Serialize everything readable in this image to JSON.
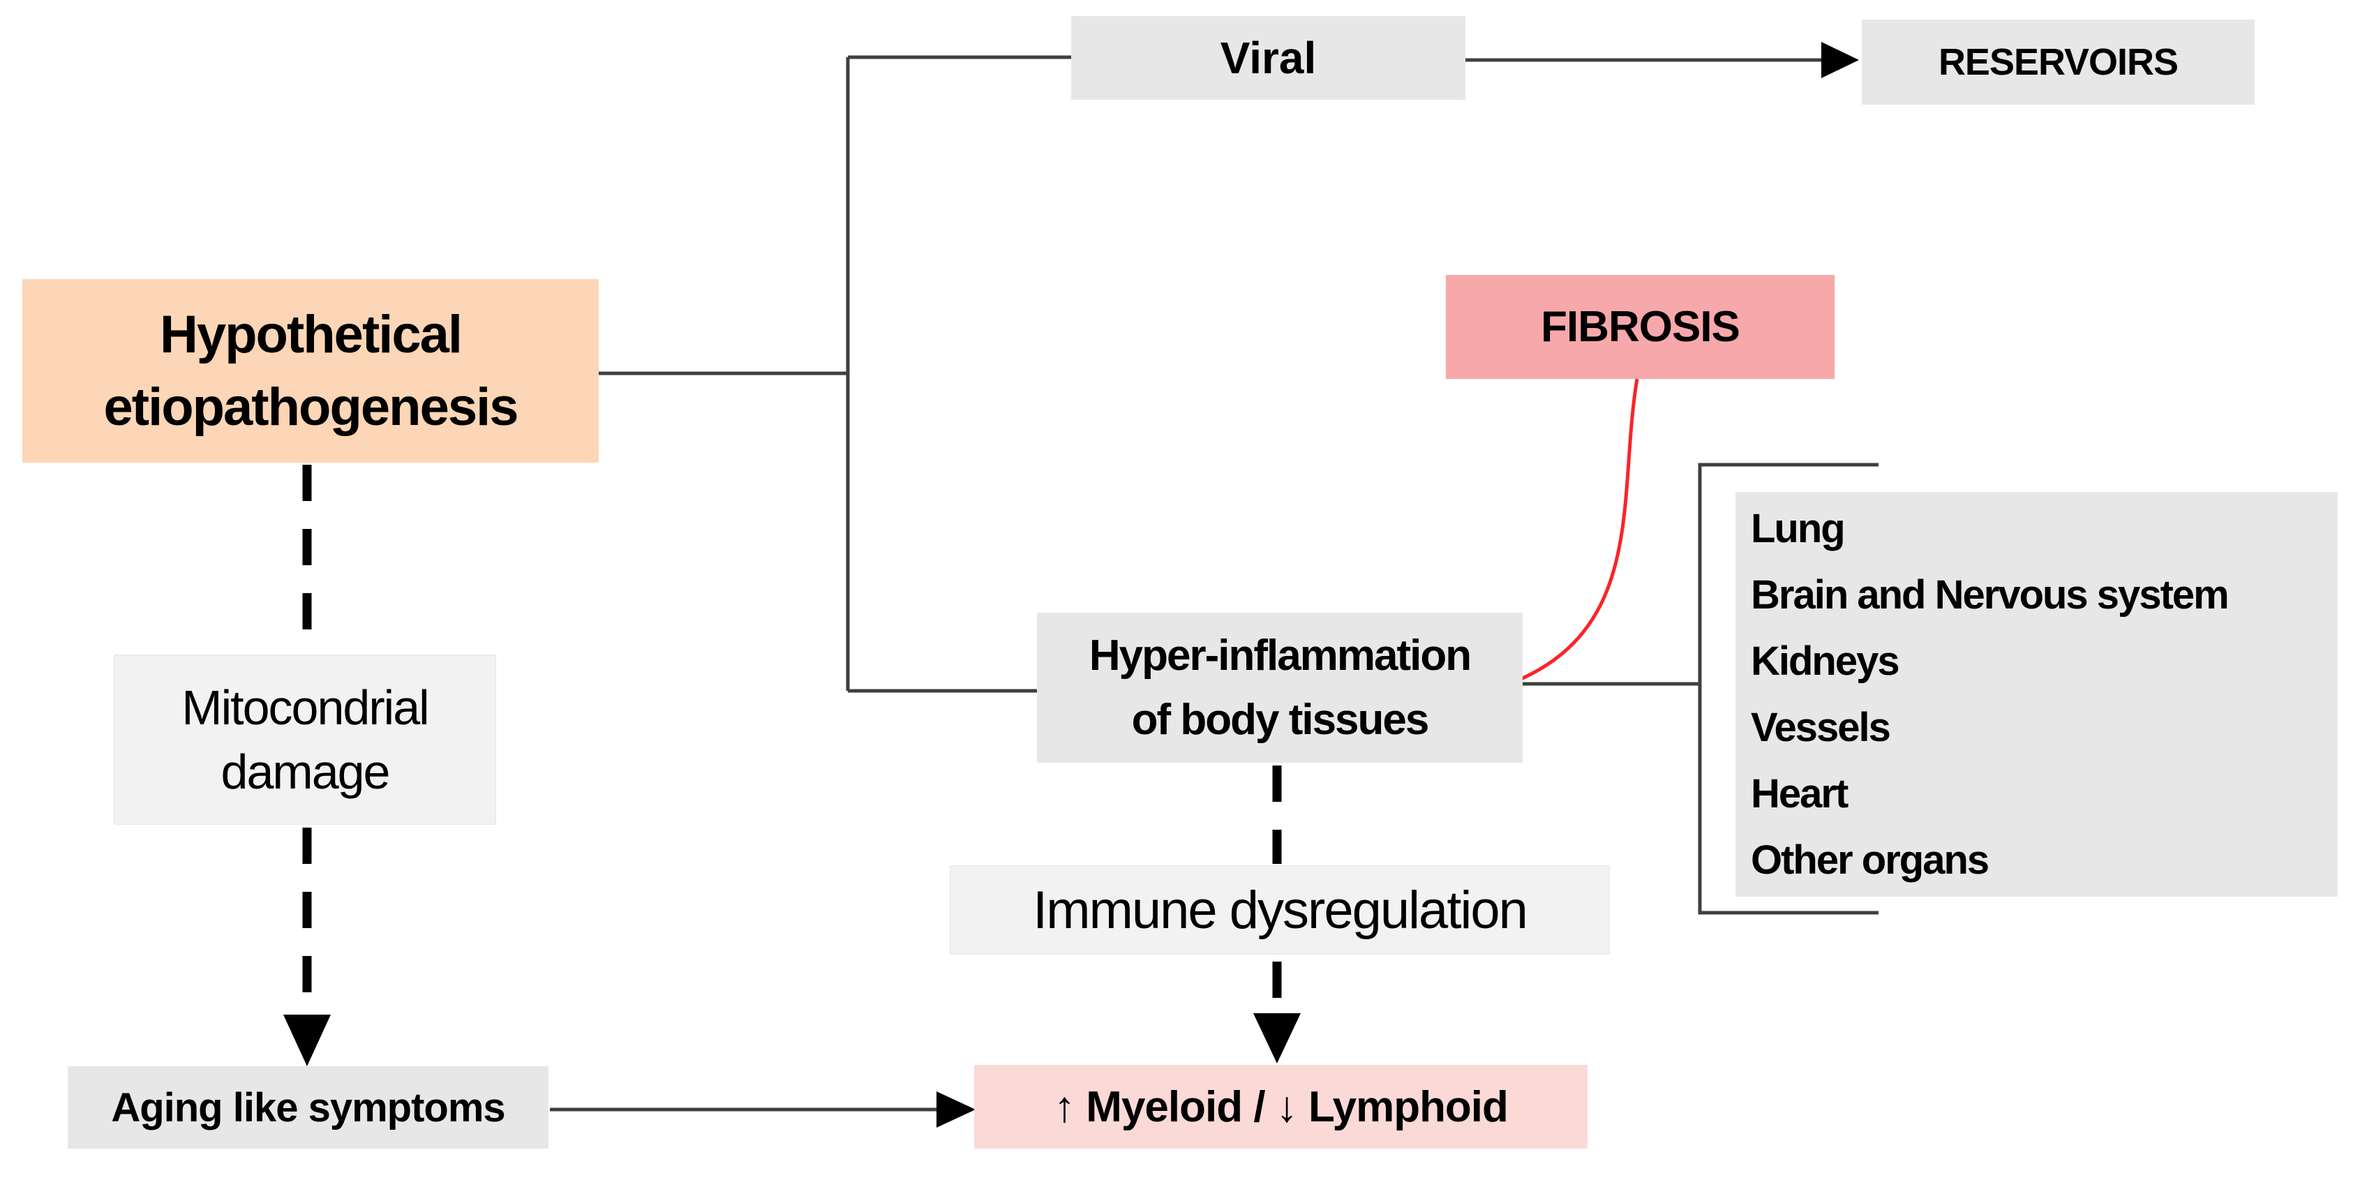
{
  "title": "Hypothetical etiopathogenesis flow diagram",
  "colors": {
    "orange": "#fcd6b6",
    "fibrosis_pink": "#f7a8ab",
    "myeloid_pink": "#fbd9d7",
    "gray_box": "#e7e7e7",
    "light_gray_box": "#f2f2f2",
    "line_gray": "#3f3f3f",
    "red_line": "#fa2428",
    "black": "#000000"
  },
  "nodes": {
    "viral": {
      "label": "Viral"
    },
    "reservoirs": {
      "label": "RESERVOIRS"
    },
    "hypothetical": {
      "line1": "Hypothetical",
      "line2": "etiopathogenesis"
    },
    "fibrosis": {
      "label": "FIBROSIS"
    },
    "hyper_inflammation": {
      "line1": "Hyper-inflammation",
      "line2": "of body tissues"
    },
    "organs": {
      "items": [
        "Lung",
        "Brain and Nervous system",
        "Kidneys",
        "Vessels",
        "Heart",
        "Other organs"
      ]
    },
    "mitocondrial": {
      "line1": "Mitocondrial",
      "line2": "damage"
    },
    "immune": {
      "label": "Immune dysregulation"
    },
    "aging": {
      "label": "Aging like symptoms"
    },
    "myeloid": {
      "label": "↑ Myeloid / ↓ Lymphoid"
    }
  }
}
